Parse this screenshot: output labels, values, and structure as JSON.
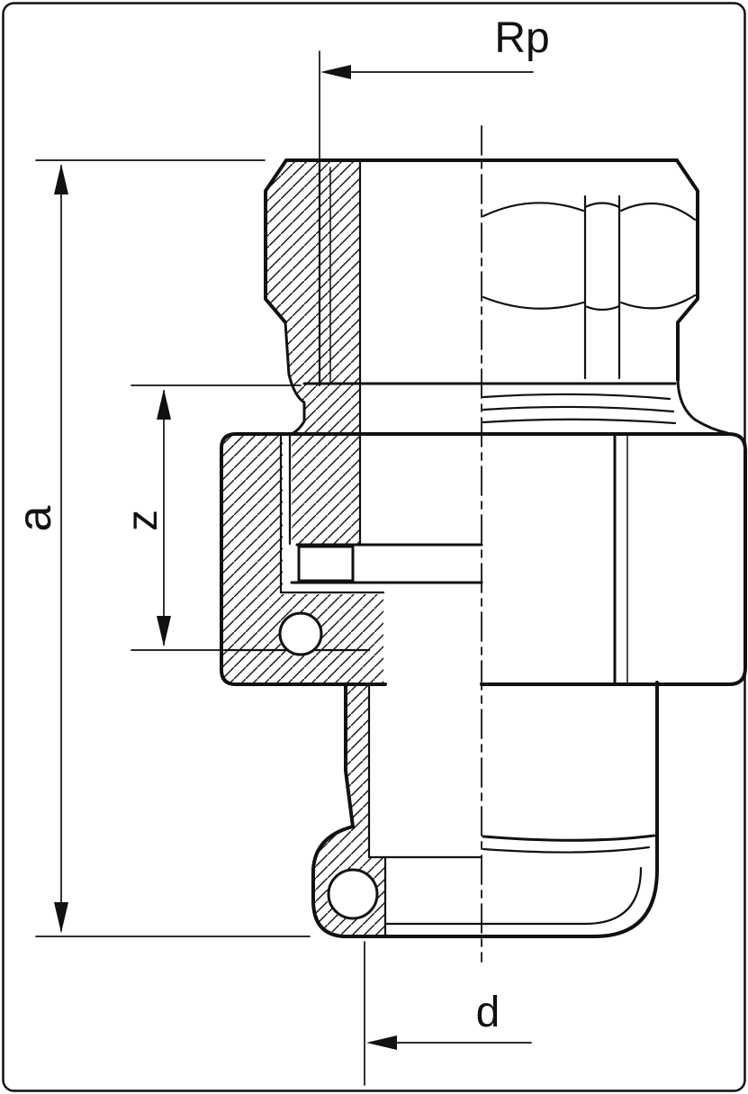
{
  "figure": {
    "kind": "technical-section-drawing",
    "background_color": "#ffffff",
    "line_color": "#111111"
  },
  "dimensions": {
    "thread_label": "Rp",
    "overall_length_label": "a",
    "engagement_length_label": "z",
    "diameter_label": "d"
  }
}
